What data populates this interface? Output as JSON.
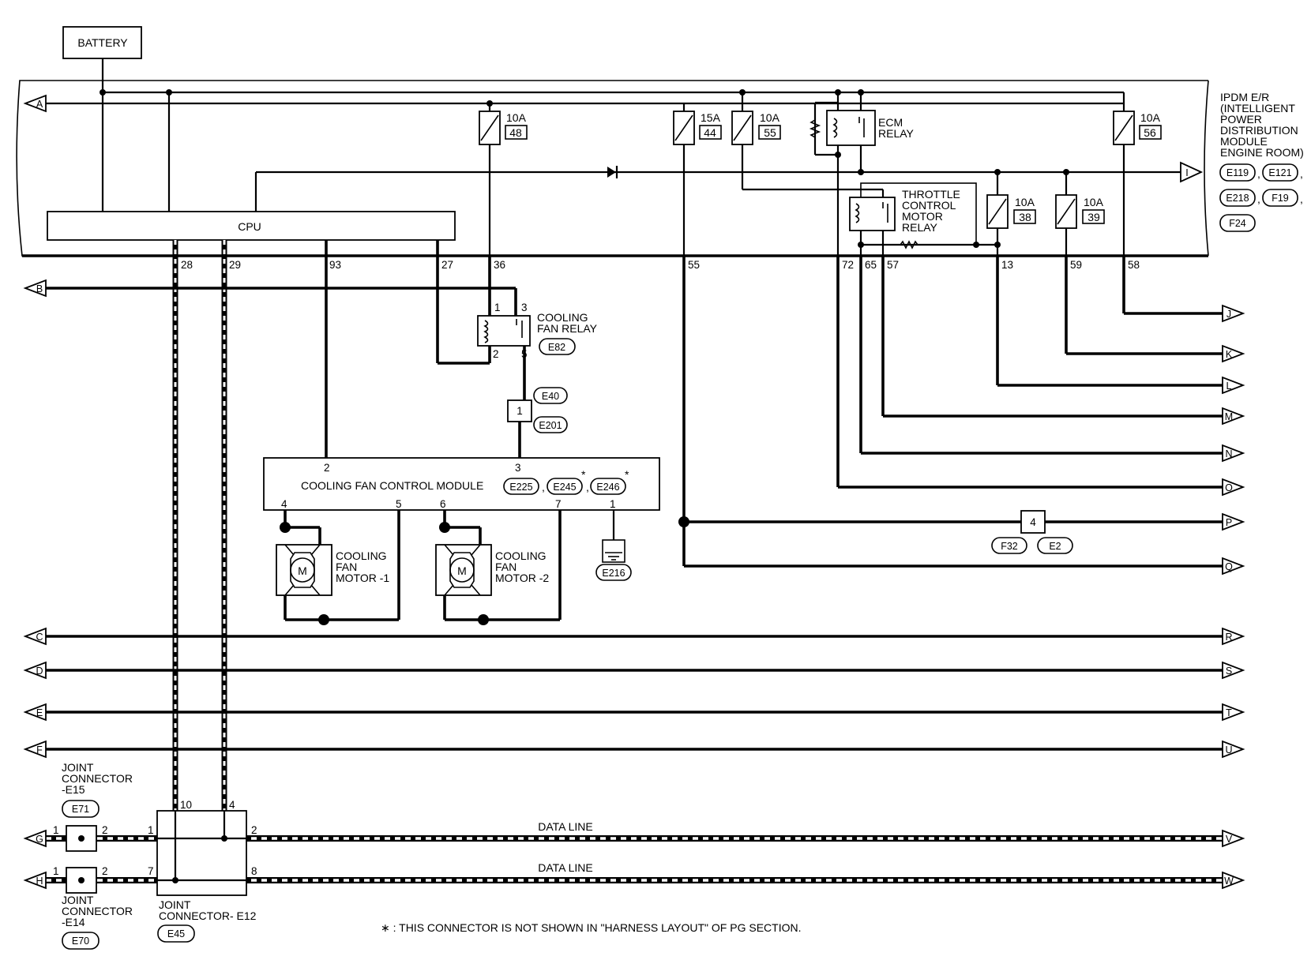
{
  "battery": "BATTERY",
  "ipdm": {
    "lines": [
      "IPDM E/R",
      "(INTELLIGENT",
      "POWER",
      "DISTRIBUTION",
      "MODULE",
      "ENGINE ROOM)"
    ],
    "connectors": [
      "E119",
      "E121",
      "E218",
      "F19",
      "F24"
    ]
  },
  "cpu": "CPU",
  "fuses": [
    {
      "amp": "10A",
      "num": "48"
    },
    {
      "amp": "15A",
      "num": "44"
    },
    {
      "amp": "10A",
      "num": "55"
    },
    {
      "amp": "10A",
      "num": "56"
    },
    {
      "amp": "10A",
      "num": "38"
    },
    {
      "amp": "10A",
      "num": "39"
    }
  ],
  "ecm_relay": [
    "ECM",
    "RELAY"
  ],
  "throttle_relay": [
    "THROTTLE",
    "CONTROL",
    "MOTOR",
    "RELAY"
  ],
  "ipdm_pins": [
    "28",
    "29",
    "93",
    "27",
    "36",
    "55",
    "72",
    "65",
    "57",
    "13",
    "59",
    "58"
  ],
  "cooling_fan_relay": {
    "lines": [
      "COOLING",
      "FAN RELAY"
    ],
    "connector": "E82",
    "pins": [
      "1",
      "3",
      "2",
      "5"
    ]
  },
  "inline_connector": {
    "pin": "1",
    "conn_top": "E40",
    "conn_bottom": "E201"
  },
  "fan_module": {
    "title": "COOLING FAN CONTROL MODULE",
    "connectors": [
      "E225",
      "E245",
      "E246"
    ],
    "asterisk": "*",
    "top_pins": [
      "2",
      "3"
    ],
    "bottom_pins": [
      "4",
      "5",
      "6",
      "7",
      "1"
    ],
    "ground": "E216"
  },
  "motor1": [
    "COOLING",
    "FAN",
    "MOTOR -1"
  ],
  "motor2": [
    "COOLING",
    "FAN",
    "MOTOR -2"
  ],
  "motor_symbol": "M",
  "splice": {
    "pin": "4",
    "conns": [
      "F32",
      "E2"
    ]
  },
  "left_refs": [
    "A",
    "B",
    "C",
    "D",
    "E",
    "F",
    "G",
    "H"
  ],
  "right_refs": [
    "I",
    "J",
    "K",
    "L",
    "M",
    "N",
    "O",
    "P",
    "Q",
    "R",
    "S",
    "T",
    "U",
    "V",
    "W"
  ],
  "data_line": "DATA LINE",
  "jc_e15": {
    "lines": [
      "JOINT",
      "CONNECTOR",
      "-E15"
    ],
    "conn": "E71",
    "pins": [
      "1",
      "2"
    ]
  },
  "jc_e14": {
    "lines": [
      "JOINT",
      "CONNECTOR",
      "-E14"
    ],
    "conn": "E70",
    "pins": [
      "1",
      "2"
    ]
  },
  "jc_e12": {
    "lines": [
      "JOINT",
      "CONNECTOR- E12"
    ],
    "conn": "E45",
    "pins": [
      "10",
      "4",
      "1",
      "2",
      "7",
      "8"
    ]
  },
  "footnote": "∗ : THIS CONNECTOR IS NOT SHOWN IN \"HARNESS LAYOUT\" OF PG SECTION."
}
